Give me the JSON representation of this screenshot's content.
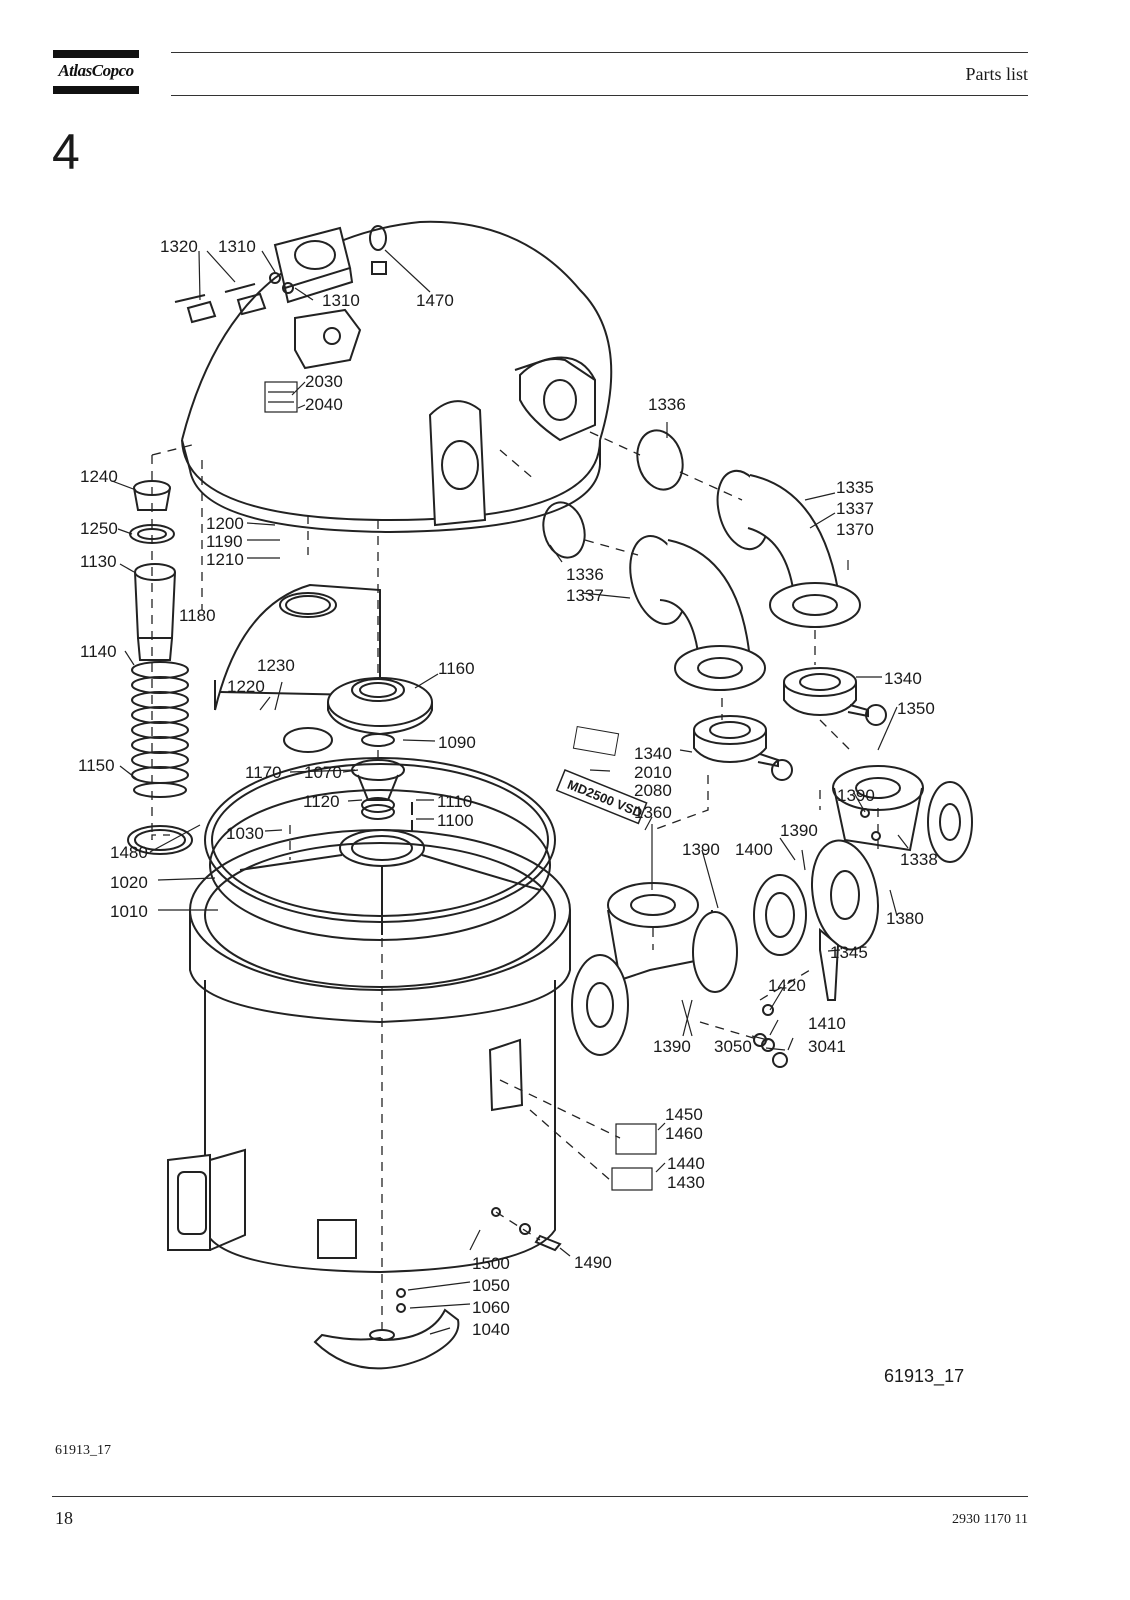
{
  "header": {
    "brand": "AtlasCopco",
    "title": "Parts list"
  },
  "section_number": "4",
  "figure_id": "61913_17",
  "callouts": {
    "1320": "1320",
    "1310": "1310",
    "1470": "1470",
    "2030": "2030",
    "2040": "2040",
    "1336": "1336",
    "1335": "1335",
    "1337": "1337",
    "1370": "1370",
    "1240": "1240",
    "1250": "1250",
    "1200": "1200",
    "1190": "1190",
    "1210": "1210",
    "1130": "1130",
    "1180": "1180",
    "1140": "1140",
    "1230": "1230",
    "1160": "1160",
    "1220": "1220",
    "1340": "1340",
    "1350": "1350",
    "1090": "1090",
    "2010": "2010",
    "2080": "2080",
    "1170": "1170",
    "1070": "1070",
    "1150": "1150",
    "1120": "1120",
    "1110": "1110",
    "1100": "1100",
    "1360": "1360",
    "1390": "1390",
    "1030": "1030",
    "1480": "1480",
    "1338": "1338",
    "1400": "1400",
    "1020": "1020",
    "1010": "1010",
    "1380": "1380",
    "1345": "1345",
    "1420": "1420",
    "1410": "1410",
    "3050": "3050",
    "3041": "3041",
    "1450": "1450",
    "1460": "1460",
    "1440": "1440",
    "1430": "1430",
    "1500": "1500",
    "1490": "1490",
    "1050": "1050",
    "1060": "1060",
    "1040": "1040"
  },
  "nameplate_text": "MD2500 VSD",
  "footer": {
    "caption": "61913_17",
    "page_number": "18",
    "document_number": "2930 1170 11"
  }
}
